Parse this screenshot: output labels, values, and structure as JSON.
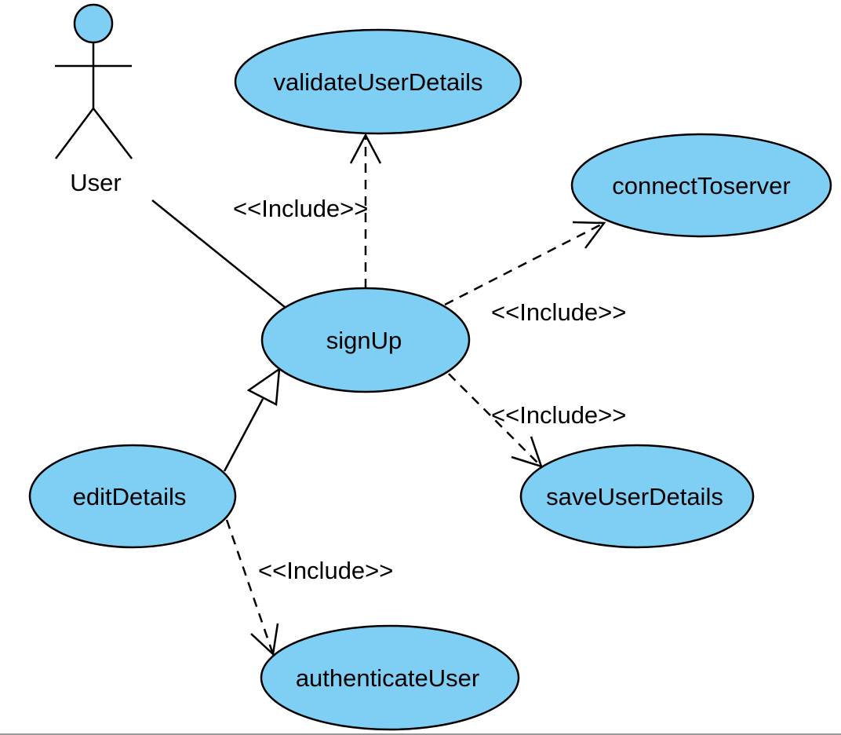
{
  "diagram": {
    "fill_color": "#7ecff3",
    "actor": {
      "name": "User",
      "icon": "stick-figure-icon"
    },
    "use_cases": {
      "validate": "validateUserDetails",
      "connect": "connectToserver",
      "signup": "signUp",
      "edit": "editDetails",
      "save": "saveUserDetails",
      "auth": "authenticateUser"
    },
    "relations": [
      {
        "type": "association",
        "from": "User",
        "to": "signUp"
      },
      {
        "type": "include",
        "from": "signUp",
        "to": "validateUserDetails",
        "label": "<<Include>>"
      },
      {
        "type": "include",
        "from": "signUp",
        "to": "connectToserver",
        "label": "<<Include>>"
      },
      {
        "type": "include",
        "from": "signUp",
        "to": "saveUserDetails",
        "label": "<<Include>>"
      },
      {
        "type": "generalization",
        "from": "editDetails",
        "to": "signUp"
      },
      {
        "type": "include",
        "from": "editDetails",
        "to": "authenticateUser",
        "label": "<<Include>>"
      }
    ]
  }
}
